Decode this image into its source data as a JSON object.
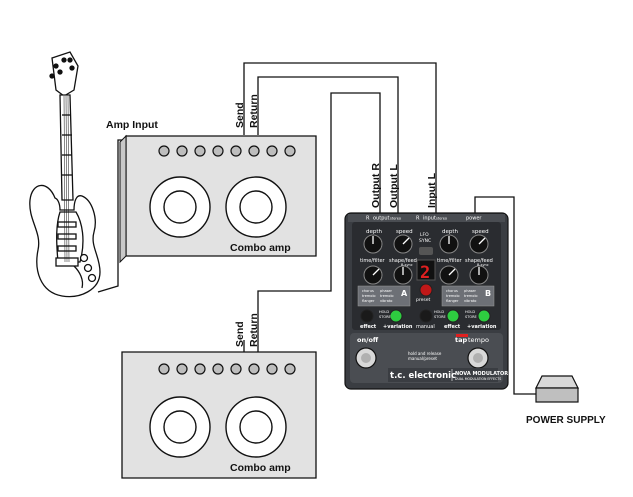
{
  "labels": {
    "amp_input": "Amp Input",
    "send_top": "Send",
    "return_top": "Return",
    "output_r": "Output R",
    "output_l": "Output L",
    "input_l": "Input L",
    "combo_amp_top": "Combo amp",
    "send_bottom": "Send",
    "return_bottom": "Return",
    "combo_amp_bottom": "Combo amp",
    "power_supply": "POWER SUPPLY"
  },
  "pedal": {
    "brand": "t.c. electronic",
    "model": "NOVA MODULATOR",
    "model_sub": "DUAL MODULATION EFFECTS",
    "top_jacks": {
      "r": "R",
      "output": "output",
      "output_sub": "stereo",
      "r2": "R",
      "input": "input",
      "input_sub": "stereo",
      "power": "power"
    },
    "knobs": {
      "depth_a": "depth",
      "speed_a": "speed",
      "lfo": "LFO",
      "sync": "SYNC",
      "depth_b": "depth",
      "speed_b": "speed",
      "time_a": "time/filter",
      "shape_a": "shape/feed",
      "shape_a_sub": "B-sync",
      "time_b": "time/filter",
      "shape_b": "shape/feed",
      "shape_b_sub": "B-sync"
    },
    "display": "2",
    "bank_a": {
      "letter": "A",
      "lines": [
        "chorus",
        "tremolo",
        "flanger"
      ],
      "lines2": [
        "phaser",
        "tremolo",
        "vibrato"
      ]
    },
    "bank_b": {
      "letter": "B",
      "lines": [
        "chorus",
        "tremolo",
        "flanger"
      ],
      "lines2": [
        "phaser",
        "tremolo",
        "vibrato"
      ]
    },
    "preset": "preset",
    "hold": "HOLD",
    "store": "STORE",
    "buttons": {
      "effect_a": "effect",
      "variation_a": "+variation",
      "manual": "manual",
      "effect_b": "effect",
      "variation_b": "+variation"
    },
    "on_off": "on/off",
    "tap": "tap",
    "tempo": "tempo",
    "hold_note": "hold and release",
    "hold_note2": "manual/preset"
  },
  "colors": {
    "pedal_body": "#3a3d42",
    "pedal_face": "#2a2c30",
    "amp": "#e2e2e2",
    "led_red": "#e02020",
    "led_green": "#2ecc40"
  }
}
